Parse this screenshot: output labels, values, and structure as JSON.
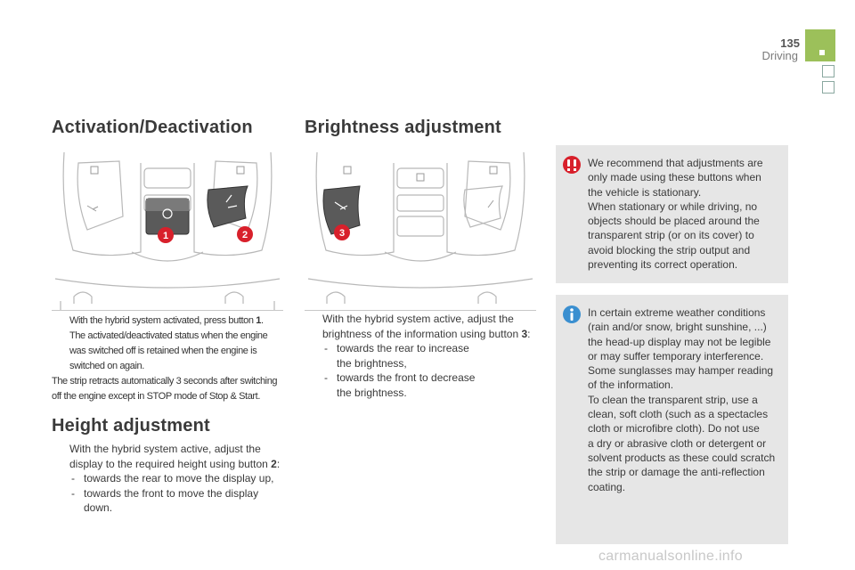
{
  "header": {
    "page_number": "135",
    "section": "Driving"
  },
  "activation": {
    "title": "Activation/Deactivation",
    "item_text": "With the hybrid system activated, press button ",
    "item_button": "1",
    "item_text_end": ".",
    "item_line2": "The activated/deactivated status when the engine",
    "item_line3": "was switched off is retained when the engine is",
    "item_line4": "switched on again.",
    "note_line1": "The strip retracts automatically 3 seconds after switching",
    "note_line2": "off the engine except in STOP mode of Stop & Start."
  },
  "height": {
    "title": "Height adjustment",
    "intro_line1": "With the hybrid system active, adjust the",
    "intro_line2": "display to the required height using button ",
    "intro_button": "2",
    "intro_end": ":",
    "step1": "towards the rear to move the display up,",
    "step2_line1": "towards the front to move the display",
    "step2_line2": "down."
  },
  "brightness": {
    "title": "Brightness adjustment",
    "intro_line1": "With the hybrid system active, adjust the",
    "intro_line2": "brightness of the information using button ",
    "intro_button": "3",
    "intro_end": ":",
    "step1_line1": "towards the rear to increase",
    "step1_line2": "the brightness,",
    "step2_line1": "towards the front to decrease",
    "step2_line2": "the brightness."
  },
  "warning_box": {
    "icon": "warning-exclamation-icon",
    "lines": [
      "We recommend that adjustments are",
      "only made using these buttons when",
      "the vehicle is stationary.",
      "When stationary or while driving, no",
      "objects should be placed around the",
      "transparent strip (or on its cover) to",
      "avoid blocking the strip output and",
      "preventing its correct operation."
    ]
  },
  "info_box": {
    "icon": "info-icon",
    "lines": [
      "In certain extreme weather conditions",
      "(rain and/or snow, bright sunshine, ...)",
      "the head-up display may not be legible",
      "or may suffer temporary interference.",
      "Some sunglasses may hamper reading",
      "of the information.",
      "To clean the transparent strip, use a",
      "clean, soft cloth (such as a spectacles",
      "cloth or microfibre cloth). Do not use",
      "a dry or abrasive cloth or detergent or",
      "solvent products as these could scratch",
      "the strip or damage the anti-reflection",
      "coating."
    ]
  },
  "illustration_labels": {
    "button1": "1",
    "button2": "2",
    "button3": "3"
  },
  "bullet_glyph": "",
  "dash": "-",
  "footer": "carmanualsonline.info",
  "colors": {
    "tab": "#9cc05a",
    "callout_red": "#d8202b",
    "info_blue": "#3a8fd0",
    "box_bg": "#e6e6e6"
  }
}
